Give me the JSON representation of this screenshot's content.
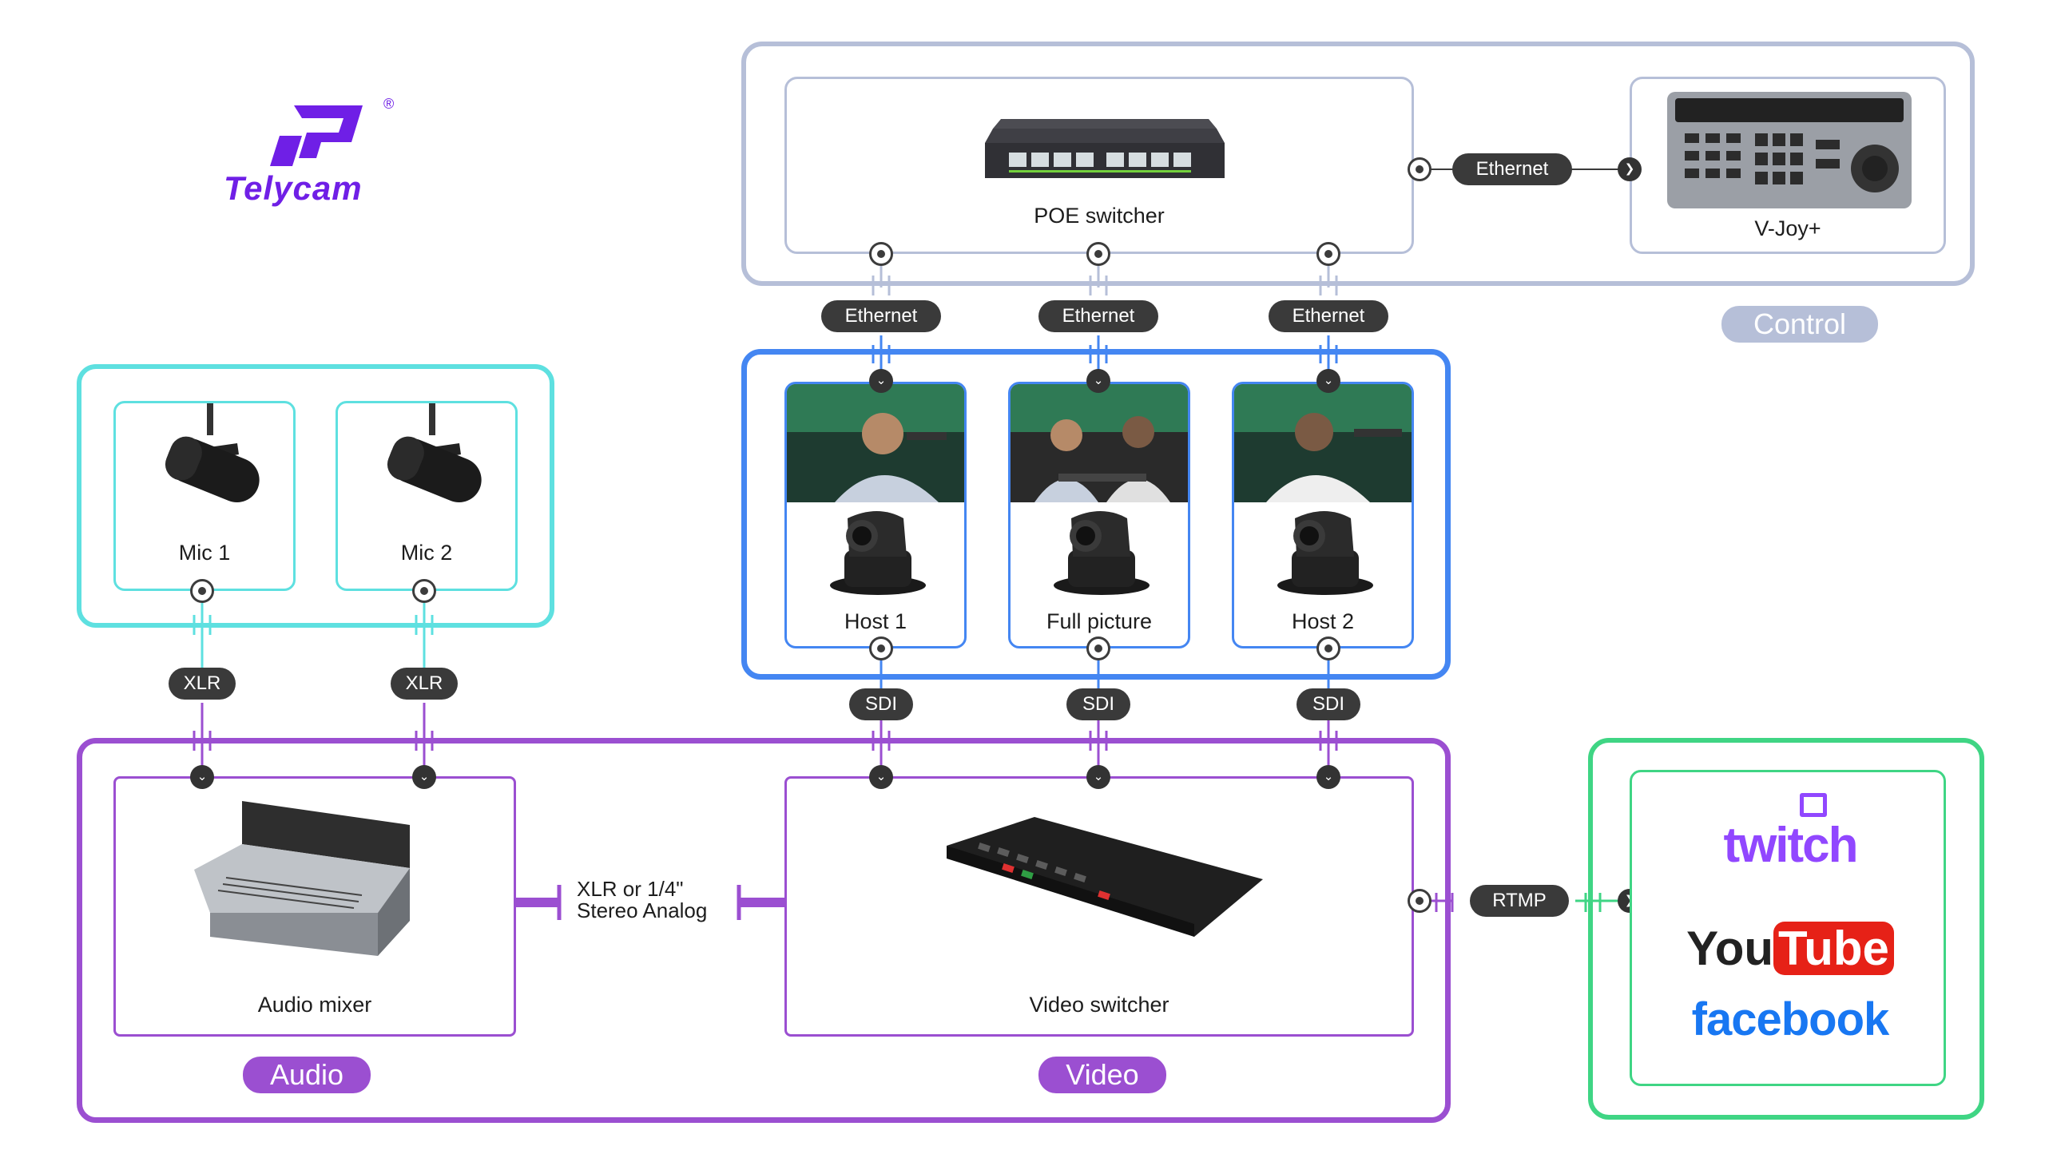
{
  "brand": {
    "name": "Telycam",
    "registered_mark": "®",
    "color": "#6f1fe6"
  },
  "colors": {
    "control": "#b6bfd8",
    "camera": "#4486f2",
    "audio_input": "#5ee0e0",
    "production": "#9b4fd1",
    "streaming": "#3fd584",
    "connector": "#3a3a3a"
  },
  "groups": {
    "control": {
      "label": "Control"
    },
    "audio": {
      "label": "Audio"
    },
    "video": {
      "label": "Video"
    }
  },
  "devices": {
    "poe_switcher": {
      "label": "POE switcher",
      "icon": "network-switch-icon"
    },
    "vjoy": {
      "label": "V-Joy+",
      "icon": "ptz-joystick-controller-icon"
    },
    "mic1": {
      "label": "Mic 1",
      "icon": "microphone-icon"
    },
    "mic2": {
      "label": "Mic 2",
      "icon": "microphone-icon"
    },
    "host1": {
      "label": "Host 1",
      "icon": "ptz-camera-icon"
    },
    "full_picture": {
      "label": "Full picture",
      "icon": "ptz-camera-icon"
    },
    "host2": {
      "label": "Host 2",
      "icon": "ptz-camera-icon"
    },
    "audio_mixer": {
      "label": "Audio mixer",
      "icon": "audio-mixer-icon"
    },
    "video_switcher": {
      "label": "Video switcher",
      "icon": "video-switcher-icon"
    }
  },
  "connections": {
    "poe_to_vjoy": "Ethernet",
    "poe_to_host1": "Ethernet",
    "poe_to_full_picture": "Ethernet",
    "poe_to_host2": "Ethernet",
    "mic1_to_mixer": "XLR",
    "mic2_to_mixer": "XLR",
    "host1_to_switcher": "SDI",
    "full_picture_to_switcher": "SDI",
    "host2_to_switcher": "SDI",
    "mixer_to_switcher_line1": "XLR or 1/4\"",
    "mixer_to_switcher_line2": "Stereo Analog",
    "switcher_to_platforms": "RTMP"
  },
  "platforms": {
    "twitch": {
      "label": "twitch",
      "color": "#9147ff"
    },
    "youtube": {
      "label_you": "You",
      "label_tube": "Tube",
      "color": "#e62117"
    },
    "facebook": {
      "label": "facebook",
      "color": "#1877f2"
    }
  }
}
